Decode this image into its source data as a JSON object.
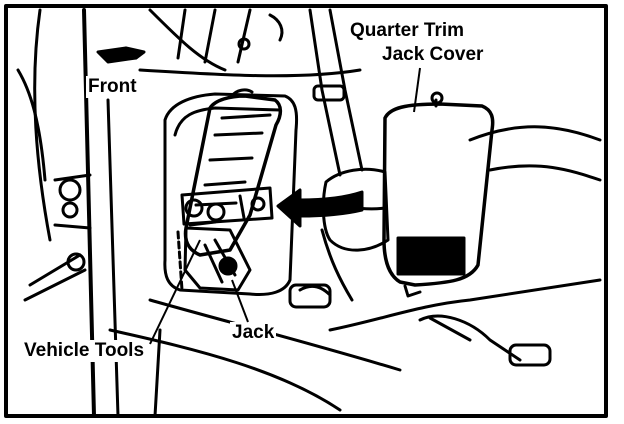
{
  "labels": {
    "front": "Front",
    "quarter_trim_jack_cover_line1": "Quarter Trim",
    "quarter_trim_jack_cover_line2": "Jack Cover",
    "jack": "Jack",
    "vehicle_tools": "Vehicle Tools"
  },
  "colors": {
    "line": "#000000",
    "background": "#ffffff"
  }
}
